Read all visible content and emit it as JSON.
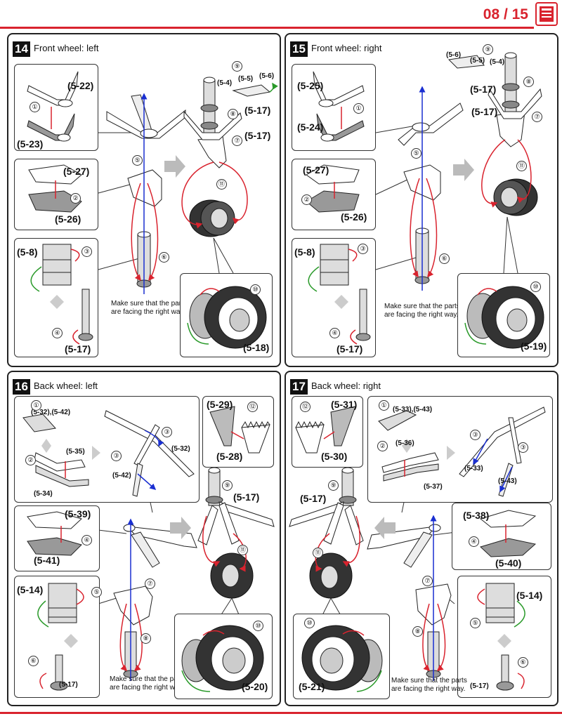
{
  "page": {
    "number": "08 / 15",
    "icon": "manual-book-icon",
    "accent": "#d9232e"
  },
  "steps": [
    {
      "number": "14",
      "title": "Front wheel: left",
      "parts": {
        "p1": "(5-22)",
        "p2": "(5-23)",
        "p3": "(5-27)",
        "p4": "(5-26)",
        "p5": "(5-8)",
        "p6": "(5-17)",
        "p7": "(5-4)",
        "p8": "(5-5)",
        "p9": "(5-6)",
        "p10": "(5-17)",
        "p11": "(5-17)",
        "p12": "(5-18)"
      },
      "substeps": [
        "①",
        "②",
        "③",
        "④",
        "⑤",
        "⑥",
        "⑦",
        "⑧",
        "⑨",
        "⑩",
        "⑪"
      ],
      "note": "Make sure that the parts are facing the right way."
    },
    {
      "number": "15",
      "title": "Front wheel: right",
      "parts": {
        "p1": "(5-25)",
        "p2": "(5-24)",
        "p3": "(5-27)",
        "p4": "(5-26)",
        "p5": "(5-8)",
        "p6": "(5-17)",
        "p7": "(5-6)",
        "p8": "(5-5)",
        "p9": "(5-4)",
        "p10": "(5-17)",
        "p11": "(5-17)",
        "p12": "(5-19)"
      },
      "substeps": [
        "①",
        "②",
        "③",
        "④",
        "⑤",
        "⑥",
        "⑦",
        "⑧",
        "⑨",
        "⑩",
        "⑪"
      ],
      "note": "Make sure that the parts are facing the right way."
    },
    {
      "number": "16",
      "title": "Back wheel: left",
      "parts": {
        "p1": "(5-32),(5-42)",
        "p2": "(5-35)",
        "p3": "(5-34)",
        "p4": "(5-42)",
        "p5": "(5-32)",
        "p6": "(5-29)",
        "p7": "(5-28)",
        "p8": "(5-39)",
        "p9": "(5-41)",
        "p10": "(5-14)",
        "p11": "(5-17)",
        "p12": "(5-17)",
        "p13": "(5-20)"
      },
      "substeps": [
        "①",
        "②",
        "③",
        "④",
        "⑤",
        "⑥",
        "⑦",
        "⑧",
        "⑨",
        "⑩",
        "⑪",
        "⑫"
      ],
      "note": "Make sure that the parts are facing the right way."
    },
    {
      "number": "17",
      "title": "Back wheel: right",
      "parts": {
        "p1": "(5-31)",
        "p2": "(5-30)",
        "p3": "(5-33),(5-43)",
        "p4": "(5-36)",
        "p5": "(5-37)",
        "p6": "(5-33)",
        "p7": "(5-43)",
        "p8": "(5-17)",
        "p9": "(5-38)",
        "p10": "(5-40)",
        "p11": "(5-14)",
        "p12": "(5-17)",
        "p13": "(5-21)"
      },
      "substeps": [
        "①",
        "②",
        "③",
        "④",
        "⑤",
        "⑥",
        "⑦",
        "⑧",
        "⑨",
        "⑩",
        "⑪",
        "⑫"
      ],
      "note": "Make sure that the parts are facing the right way."
    }
  ]
}
